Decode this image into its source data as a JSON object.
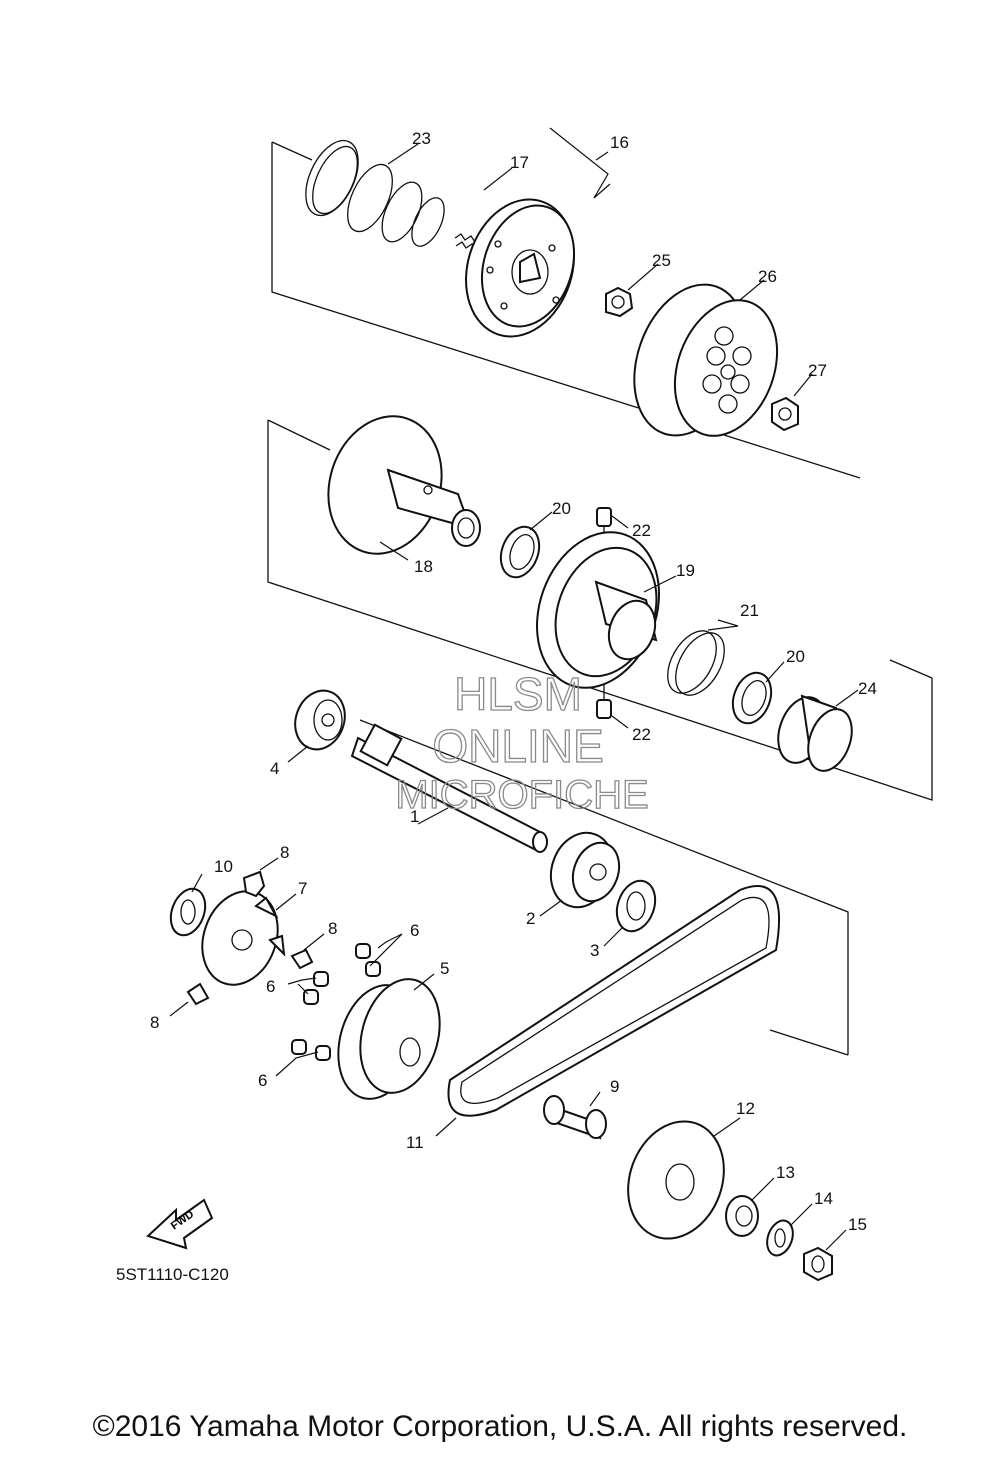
{
  "diagram": {
    "callouts": [
      "1",
      "2",
      "3",
      "4",
      "5",
      "6",
      "6",
      "6",
      "7",
      "8",
      "8",
      "8",
      "9",
      "10",
      "11",
      "12",
      "13",
      "14",
      "15",
      "16",
      "17",
      "18",
      "19",
      "20",
      "20",
      "21",
      "22",
      "22",
      "23",
      "24",
      "25",
      "26",
      "27"
    ],
    "fwd_label": "FWD",
    "drawing_code": "5ST1110-C120"
  },
  "watermark": {
    "line1": "HLSM",
    "line2": "ONLINE",
    "line3": "MICROFICHE"
  },
  "copyright": "©2016 Yamaha Motor Corporation, U.S.A. All rights reserved."
}
